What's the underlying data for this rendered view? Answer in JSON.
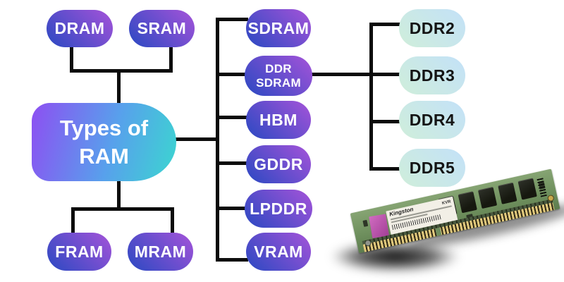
{
  "title": "Types of RAM diagram",
  "diagram": {
    "root": {
      "line1": "Types of",
      "line2": "RAM"
    },
    "top": [
      {
        "label": "DRAM"
      },
      {
        "label": "SRAM"
      }
    ],
    "bottom": [
      {
        "label": "FRAM"
      },
      {
        "label": "MRAM"
      }
    ],
    "middle": [
      {
        "label": "SDRAM"
      },
      {
        "line1": "DDR",
        "line2": "SDRAM"
      },
      {
        "label": "HBM"
      },
      {
        "label": "GDDR"
      },
      {
        "label": "LPDDR"
      },
      {
        "label": "VRAM"
      }
    ],
    "ddr": [
      {
        "label": "DDR2"
      },
      {
        "label": "DDR3"
      },
      {
        "label": "DDR4"
      },
      {
        "label": "DDR5"
      }
    ]
  },
  "ram_photo": {
    "brand": "Kingston",
    "code": "KVR"
  },
  "colors": {
    "pill_gradient_start": "#2a49c2",
    "pill_gradient_end": "#a553d9",
    "root_gradient_start": "#8d4ff2",
    "root_gradient_mid": "#58a0ec",
    "root_gradient_end": "#3bd6d0",
    "light_pill_start": "#cfeeda",
    "light_pill_end": "#c3e1f8",
    "connector": "#0b0b0b",
    "pcb_green": "#6f905e",
    "gold_pins": "#e0c87c"
  }
}
